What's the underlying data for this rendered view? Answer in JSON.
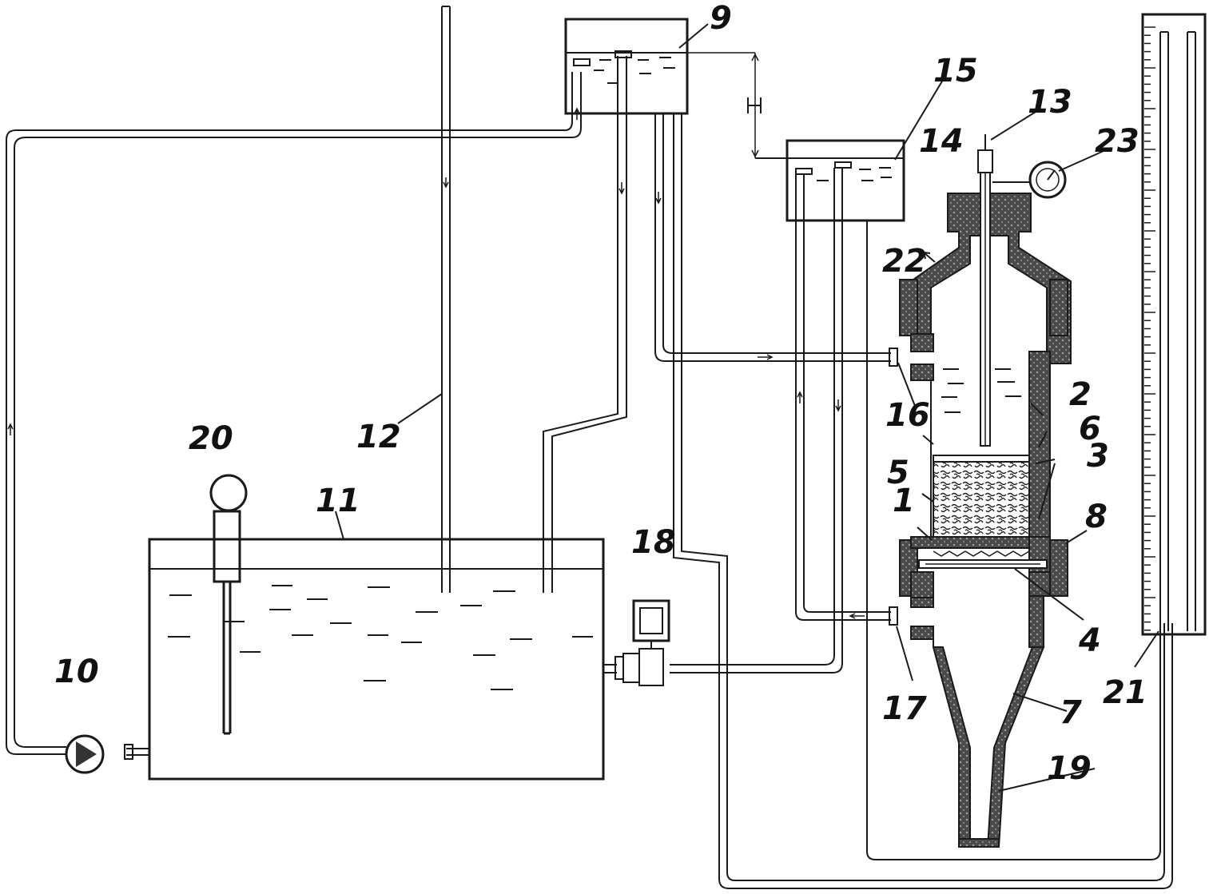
{
  "diagram": {
    "labels": {
      "l1": "1",
      "l2": "2",
      "l3": "3",
      "l4": "4",
      "l5": "5",
      "l6": "6",
      "l7": "7",
      "l8": "8",
      "l9": "9",
      "l10": "10",
      "l11": "11",
      "l12": "12",
      "l13": "13",
      "l14": "14",
      "l15": "15",
      "l16": "16",
      "l17": "17",
      "l18": "18",
      "l19": "19",
      "l20": "20",
      "l21": "21",
      "l22": "22",
      "l23": "23"
    },
    "colors": {
      "line": "#1a1a1a",
      "fill_dark": "#3a3a3a",
      "pump": "#333333"
    }
  }
}
